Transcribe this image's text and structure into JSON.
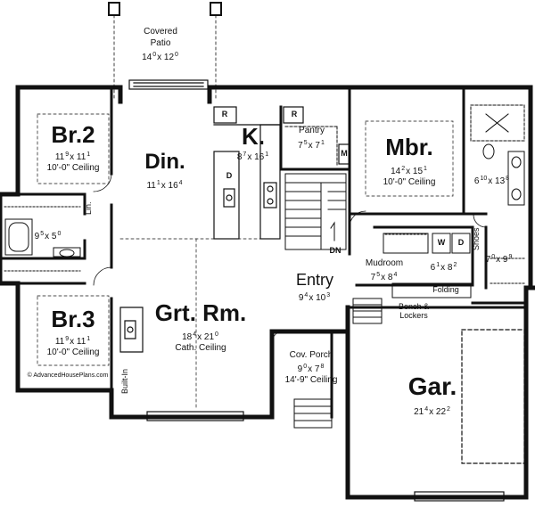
{
  "copyright": "© AdvancedHousePlans.com",
  "rooms": {
    "covered_patio": {
      "name_line1": "Covered",
      "name_line2": "Patio",
      "d1": "14",
      "s1": "0",
      "d2": "12",
      "s2": "0"
    },
    "br2": {
      "name": "Br.2",
      "d1": "11",
      "s1": "9",
      "d2": "11",
      "s2": "1",
      "ceiling": "10'-0\" Ceiling"
    },
    "din": {
      "name": "Din.",
      "d1": "11",
      "s1": "1",
      "d2": "16",
      "s2": "4"
    },
    "kitchen": {
      "name": "K.",
      "d1": "8",
      "s1": "7",
      "d2": "16",
      "s2": "1"
    },
    "pantry": {
      "name": "Pantry",
      "d1": "7",
      "s1": "5",
      "d2": "7",
      "s2": "1"
    },
    "mbr": {
      "name": "Mbr.",
      "d1": "14",
      "s1": "2",
      "d2": "15",
      "s2": "1",
      "ceiling": "10'-0\" Ceiling"
    },
    "mbath": {
      "d1": "6",
      "s1": "10",
      "d2": "13",
      "s2": "8"
    },
    "bath": {
      "d1": "9",
      "s1": "5",
      "d2": "5",
      "s2": "0"
    },
    "lin": "Lin.",
    "entry": {
      "name": "Entry",
      "d1": "9",
      "s1": "4",
      "d2": "10",
      "s2": "3"
    },
    "mudroom": {
      "name": "Mudroom",
      "d1": "7",
      "s1": "5",
      "d2": "8",
      "s2": "4"
    },
    "laundry": {
      "d1": "6",
      "s1": "1",
      "d2": "8",
      "s2": "2"
    },
    "closet": {
      "d1": "7",
      "s1": "0",
      "d2": "9",
      "s2": "9"
    },
    "shoes": "Shoes",
    "folding": "Folding",
    "bench": {
      "line1": "Bench &",
      "line2": "Lockers"
    },
    "br3": {
      "name": "Br.3",
      "d1": "11",
      "s1": "9",
      "d2": "11",
      "s2": "1",
      "ceiling": "10'-0\" Ceiling"
    },
    "grt": {
      "name": "Grt. Rm.",
      "d1": "18",
      "s1": "4",
      "d2": "21",
      "s2": "0",
      "ceiling": "Cath. Ceiling"
    },
    "builtin": "Built-In",
    "cov_porch": {
      "name": "Cov. Porch",
      "d1": "9",
      "s1": "0",
      "d2": "7",
      "s2": "8",
      "ceiling": "14'-9\" Ceiling"
    },
    "garage": {
      "name": "Gar.",
      "d1": "21",
      "s1": "4",
      "d2": "22",
      "s2": "2"
    }
  },
  "symbols": {
    "refrigerator_1": "R",
    "refrigerator_2": "R",
    "dishwasher": "D",
    "microwave": "M",
    "washer": "W",
    "dryer": "D",
    "stair_down": "DN"
  }
}
